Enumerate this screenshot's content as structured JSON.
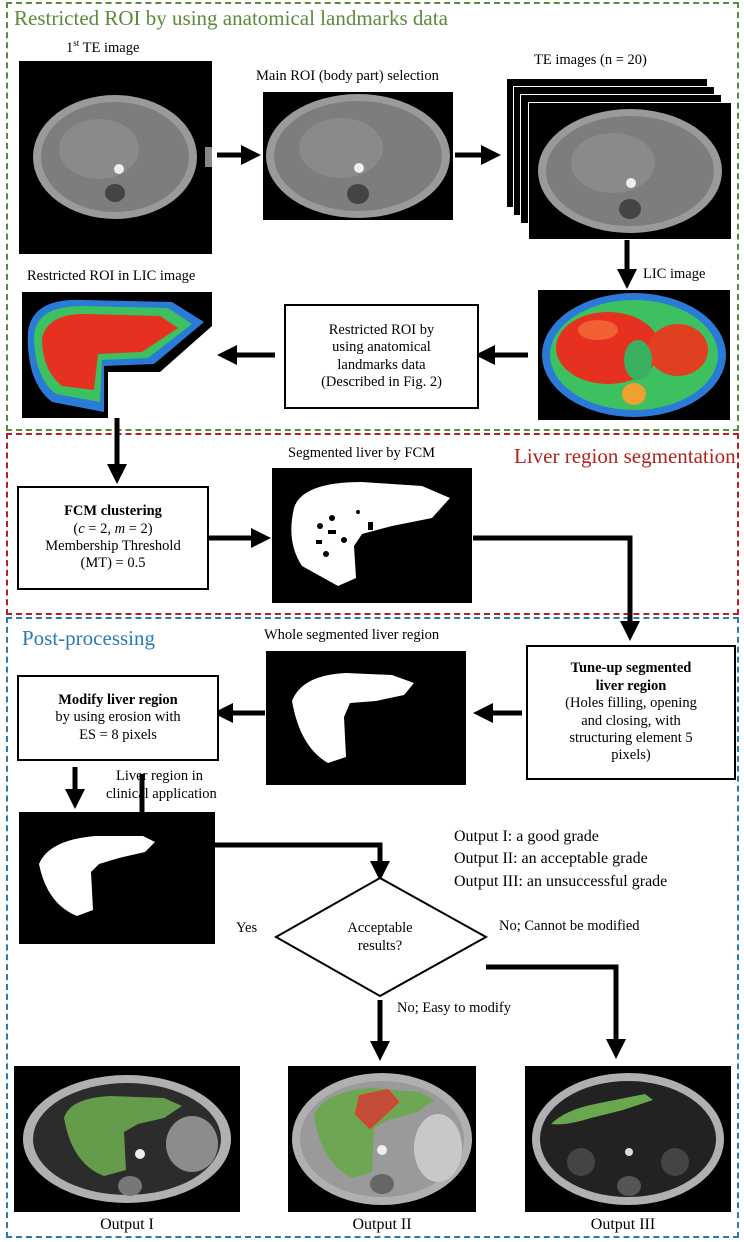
{
  "sections": {
    "roi": {
      "title": "Restricted ROI by using anatomical landmarks data",
      "color": "#5a8a3a"
    },
    "seg": {
      "title": "Liver region segmentation",
      "color": "#b22222"
    },
    "post": {
      "title": "Post-processing",
      "color": "#2a7ab8"
    }
  },
  "captions": {
    "first_te_sup": "st",
    "first_te_pre": "1",
    "first_te_post": " TE image",
    "main_roi": "Main ROI (body part) selection",
    "te_images": "TE images (n = 20)",
    "lic_image": "LIC image",
    "restricted_lic": "Restricted ROI in LIC image",
    "segmented_fcm": "Segmented liver by FCM",
    "whole_segmented": "Whole segmented liver region",
    "liver_clinical_1": "Liver region in",
    "liver_clinical_2": "clinical application"
  },
  "boxes": {
    "restricted_roi": [
      "Restricted ROI by",
      "using anatomical",
      "landmarks data",
      "(Described in Fig. 2)"
    ],
    "fcm": {
      "title": "FCM clustering",
      "params": "(c = 2, m = 2)",
      "line2": "Membership Threshold",
      "line3": "(MT) = 0.5"
    },
    "tuneup": {
      "title_1": "Tune-up segmented",
      "title_2": "liver region",
      "lines": [
        "(Holes filling, opening",
        "and closing, with",
        "structuring element 5",
        "pixels)"
      ]
    },
    "modify": {
      "title": "Modify liver region",
      "lines": [
        "by using erosion with",
        "ES = 8 pixels"
      ]
    }
  },
  "legend": [
    "Output I: a good grade",
    "Output II: an acceptable grade",
    "Output III: an unsuccessful grade"
  ],
  "decision": {
    "question_1": "Acceptable",
    "question_2": "results?",
    "yes": "Yes",
    "no_easy": "No; Easy to modify",
    "no_cannot": "No; Cannot be modified"
  },
  "outputs": [
    "Output I",
    "Output II",
    "Output III"
  ]
}
